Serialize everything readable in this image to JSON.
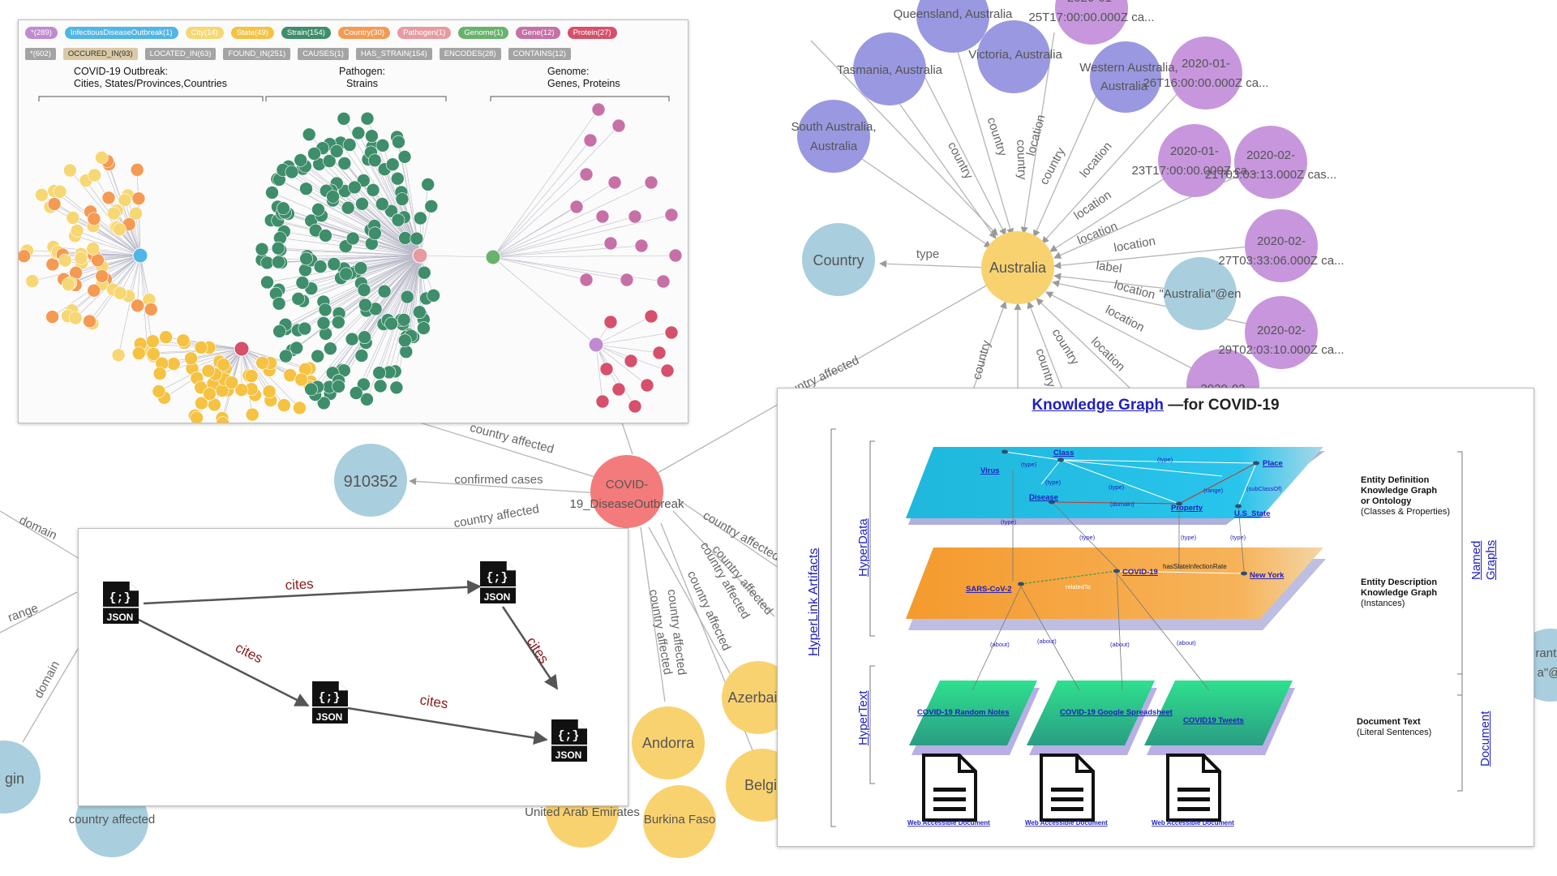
{
  "background_graph": {
    "nodes": [
      {
        "id": "n_qld",
        "label": "Queensland, Australia",
        "color": "#9a98e0"
      },
      {
        "id": "n_vic",
        "label": "Victoria, Australia",
        "color": "#9a98e0"
      },
      {
        "id": "n_tas",
        "label": "Tasmania, Australia",
        "color": "#9a98e0"
      },
      {
        "id": "n_wa",
        "label": "Western Australia, Australia",
        "color": "#9a98e0"
      },
      {
        "id": "n_sa",
        "label": "South Australia, Australia",
        "color": "#9a98e0"
      },
      {
        "id": "n_d1",
        "label": "2020-01-25T17:00:00.000Z ca...",
        "color": "#c796dd"
      },
      {
        "id": "n_d2",
        "label": "2020-01-26T16:00:00.000Z ca...",
        "color": "#c796dd"
      },
      {
        "id": "n_d3",
        "label": "2020-01-23T17:00:00.000Z ca...",
        "color": "#c796dd"
      },
      {
        "id": "n_d4",
        "label": "2020-02-21T03:03:13.000Z cas...",
        "color": "#c796dd"
      },
      {
        "id": "n_d5",
        "label": "2020-02-27T03:33:06.000Z ca...",
        "color": "#c796dd"
      },
      {
        "id": "n_d6",
        "label": "2020-02-29T02:03:10.000Z ca...",
        "color": "#c796dd"
      },
      {
        "id": "n_d7",
        "label": "2020-02",
        "color": "#c796dd"
      },
      {
        "id": "n_country",
        "label": "Country",
        "color": "#a9cede"
      },
      {
        "id": "n_aus",
        "label": "Australia",
        "color": "#f9d270"
      },
      {
        "id": "n_auslabel",
        "label": "\"Australia\"@en",
        "color": "#a9cede"
      },
      {
        "id": "n_910352",
        "label": "910352",
        "color": "#a9cede"
      },
      {
        "id": "n_covid",
        "label": "COVID-19_DiseaseOutbreak",
        "color": "#f47b7b"
      },
      {
        "id": "n_andorra",
        "label": "Andorra",
        "color": "#f9d270"
      },
      {
        "id": "n_azer",
        "label": "Azerbaij",
        "color": "#f9d270"
      },
      {
        "id": "n_belg",
        "label": "Belgi",
        "color": "#f9d270"
      },
      {
        "id": "n_burkina",
        "label": "Burkina Faso",
        "color": "#f9d270"
      },
      {
        "id": "n_uae",
        "label": "United Arab Emirates",
        "color": "#f9d270"
      },
      {
        "id": "n_gin",
        "label": "gin",
        "color": "#a9cede"
      },
      {
        "id": "n_ca",
        "label": "country affected",
        "color": "#a9cede"
      },
      {
        "id": "n_ranti",
        "label": "ranti a\"@",
        "color": "#a9cede"
      }
    ],
    "edge_labels": [
      "country",
      "country",
      "country",
      "location",
      "country",
      "location",
      "location",
      "location",
      "location",
      "type",
      "label",
      "location",
      "location",
      "location",
      "country",
      "country",
      "country",
      "country affected",
      "country affected",
      "confirmed cases",
      "country affected",
      "country affected",
      "country affected",
      "country affected",
      "country affected",
      "country affected",
      "country affected",
      "domain",
      "range",
      "domain"
    ]
  },
  "neo_panel": {
    "node_labels": [
      "*(289)",
      "InfectiousDiseaseOutbreak(1)",
      "City(14)",
      "State(49)",
      "Strain(154)",
      "Country(30)",
      "Pathogen(1)",
      "Genome(1)",
      "Gene(12)",
      "Protein(27)"
    ],
    "node_label_colors": [
      "#c08ad0",
      "#4fb6e6",
      "#f7d774",
      "#f5c242",
      "#3e8e6b",
      "#f59a52",
      "#e79ba1",
      "#67b36c",
      "#c770a6",
      "#d6506b"
    ],
    "rel_labels": [
      "*(602)",
      "OCCURED_IN(93)",
      "LOCATED_IN(63)",
      "FOUND_IN(251)",
      "CAUSES(1)",
      "HAS_STRAIN(154)",
      "ENCODES(28)",
      "CONTAINS(12)"
    ],
    "captions": [
      {
        "l1": "COVID-19 Outbreak:",
        "l2": "Cities, States/Provinces,Countries"
      },
      {
        "l1": "Pathogen:",
        "l2": "Strains"
      },
      {
        "l1": "Genome:",
        "l2": "Genes, Proteins"
      }
    ]
  },
  "json_panel": {
    "doc_label": "JSON",
    "doc_glyph": "{;}",
    "edge_labels": [
      "cites",
      "cites",
      "cites",
      "cites"
    ]
  },
  "kg_panel": {
    "title_link": "Knowledge Graph",
    "title_rest": " —for COVID-19",
    "left_outer": "HyperLink Artifacts",
    "left_top": "HyperData",
    "left_bottom": "HyperText",
    "right_top": "Named Graphs",
    "right_bottom": "Document",
    "layer1": {
      "nodes": [
        "Class",
        "Virus",
        "Disease",
        "Property",
        "Place",
        "U.S_State"
      ],
      "edges": [
        "(type)",
        "(type)",
        "(type)",
        "(type)",
        "(range)",
        "(subClassOf)",
        "(domain)"
      ]
    },
    "layer2": {
      "nodes": [
        "SARS-CoV-2",
        "COVID-19",
        "New York"
      ],
      "edges": [
        "relatedTo",
        "hasStateInfectionRate"
      ]
    },
    "between_labels": [
      "(type)",
      "(type)",
      "(type)",
      "(type)"
    ],
    "about_labels": [
      "(about)",
      "(about)",
      "(about)",
      "(about)"
    ],
    "layer3": [
      "COVID-19 Random Notes",
      "COVID-19 Google Spreadsheet",
      "COVID19 Tweets"
    ],
    "doc_labels": [
      "Web Accessible Document",
      "Web Accessible Document",
      "Web Accessible Document"
    ],
    "desc1": {
      "t1": "Entity Definition",
      "t2": "Knowledge Graph",
      "t3": "or Ontology",
      "t4": "(Classes & Properties)"
    },
    "desc2": {
      "t1": "Entity Description",
      "t2": "Knowledge Graph",
      "t3": "(Instances)"
    },
    "desc3": {
      "t1": "Document Text",
      "t2": "(Literal Sentences)"
    }
  }
}
